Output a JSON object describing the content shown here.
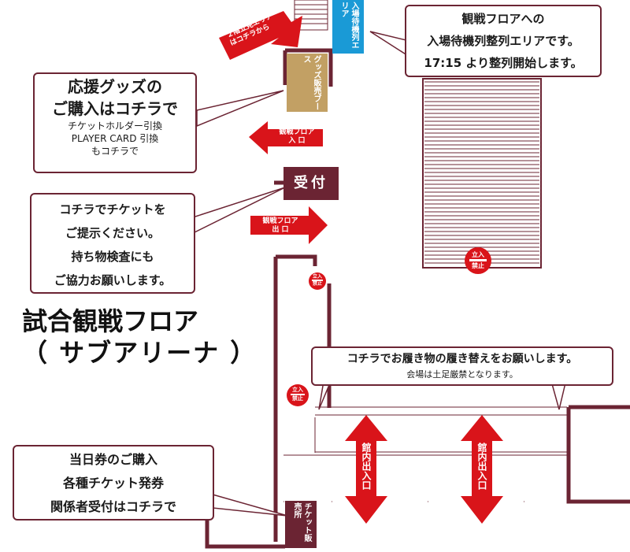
{
  "map": {
    "title_line1": "試合観戦フロア",
    "title_line2": "（ サブアリーナ ）",
    "wall_color": "#6b2433",
    "arrow_color": "#d9141a",
    "label_2f": "２階立見エリア\nはコチラから",
    "waiting_area": "入場待機列エリア",
    "goods_booth": "グッズ販売ブース",
    "arrow_entrance": "観戦フロア\n入 口",
    "reception": "受付",
    "arrow_exit": "観戦フロア\n出 口",
    "ticket_counter": "チケット販売所",
    "hall_entrance_1": "館内出入口",
    "hall_entrance_2": "館内出入口",
    "no_entry_top": "立入",
    "no_entry_bottom": "禁止",
    "no_entry_small_top": "立入",
    "no_entry_small_bottom": "禁止",
    "callouts": {
      "waiting": {
        "line1": "観戦フロアへの",
        "line2": "入場待機列整列エリアです。",
        "line3": "17:15 より整列開始します。"
      },
      "goods": {
        "line1": "応援グッズの",
        "line2": "ご購入はコチラで",
        "line3": "チケットホルダー引換",
        "line4": "PLAYER CARD 引換",
        "line5": "もコチラで"
      },
      "reception": {
        "line1": "コチラでチケットを",
        "line2": "ご提示ください。",
        "line3": "持ち物検査にも",
        "line4": "ご協力お願いします。"
      },
      "shoes": {
        "line1": "コチラでお履き物の履き替えをお願いします。",
        "line2": "会場は土足厳禁となります。"
      },
      "tickets": {
        "line1": "当日券のご購入",
        "line2": "各種チケット発券",
        "line3": "関係者受付はコチラで"
      }
    }
  }
}
